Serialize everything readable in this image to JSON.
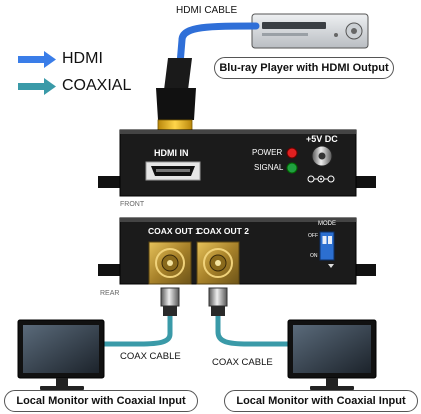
{
  "legend": {
    "hdmi_label": "HDMI",
    "coaxial_label": "COAXIAL",
    "hdmi_color": "#3a7de8",
    "coaxial_color": "#3a9aa8"
  },
  "cables": {
    "hdmi_cable_label": "HDMI CABLE",
    "coax_cable_left_label": "COAX CABLE",
    "coax_cable_right_label": "COAX CABLE"
  },
  "source": {
    "label": "Blu-ray Player with HDMI Output"
  },
  "front_panel": {
    "caption": "FRONT",
    "hdmi_in_label": "HDMI IN",
    "power_label": "POWER",
    "signal_label": "SIGNAL",
    "dc_label": "+5V DC"
  },
  "rear_panel": {
    "caption": "REAR",
    "coax_out_1_label": "COAX OUT 1",
    "coax_out_2_label": "COAX OUT 2",
    "mode_label": "MODE",
    "mode_off": "OFF",
    "mode_on": "ON"
  },
  "outputs": {
    "left_monitor_label": "Local Monitor with  Coaxial Input",
    "right_monitor_label": "Local Monitor with  Coaxial Input"
  }
}
